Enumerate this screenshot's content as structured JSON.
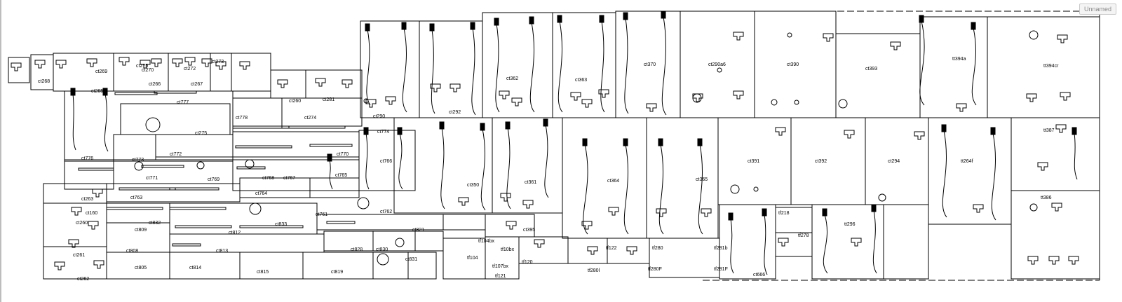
{
  "tab": {
    "label": "Unnamed"
  },
  "labels": [
    "ct268",
    "ct269",
    "ct270",
    "ct272",
    "ct273",
    "ct265",
    "ct266",
    "ct267",
    "ct275",
    "ct777",
    "ct778",
    "ct260",
    "ct281",
    "ct274",
    "ct290",
    "ct292",
    "ct362",
    "ct363",
    "ct370",
    "ct290a6",
    "ct390",
    "ct393",
    "tt394a",
    "tt394cr",
    "ct774",
    "ct275",
    "ct776",
    "ct773",
    "ct772",
    "ct770",
    "ct766",
    "ct771",
    "ct769",
    "ct768",
    "ct767",
    "ct765",
    "ct763",
    "ct764",
    "ct263",
    "ct160",
    "ct260",
    "ct832",
    "ct833",
    "ct761",
    "ct762",
    "ct350",
    "ct361",
    "ct364",
    "ct365",
    "ct391",
    "ct392",
    "ct294",
    "tt264f",
    "tt387",
    "tt386",
    "ct809",
    "ct812",
    "ct808",
    "ct813",
    "ct821",
    "ct828",
    "ct830",
    "ct395",
    "tf218",
    "tf278",
    "tt296",
    "ct261",
    "ct262",
    "ct805",
    "ct814",
    "ct815",
    "ct819",
    "ct831",
    "tf104bx",
    "tf104",
    "tf10bx",
    "tf107bx",
    "tf120",
    "tf121",
    "tf122",
    "tf280",
    "tf280l",
    "tf280F",
    "tf281b",
    "tf281F",
    "ct666"
  ]
}
